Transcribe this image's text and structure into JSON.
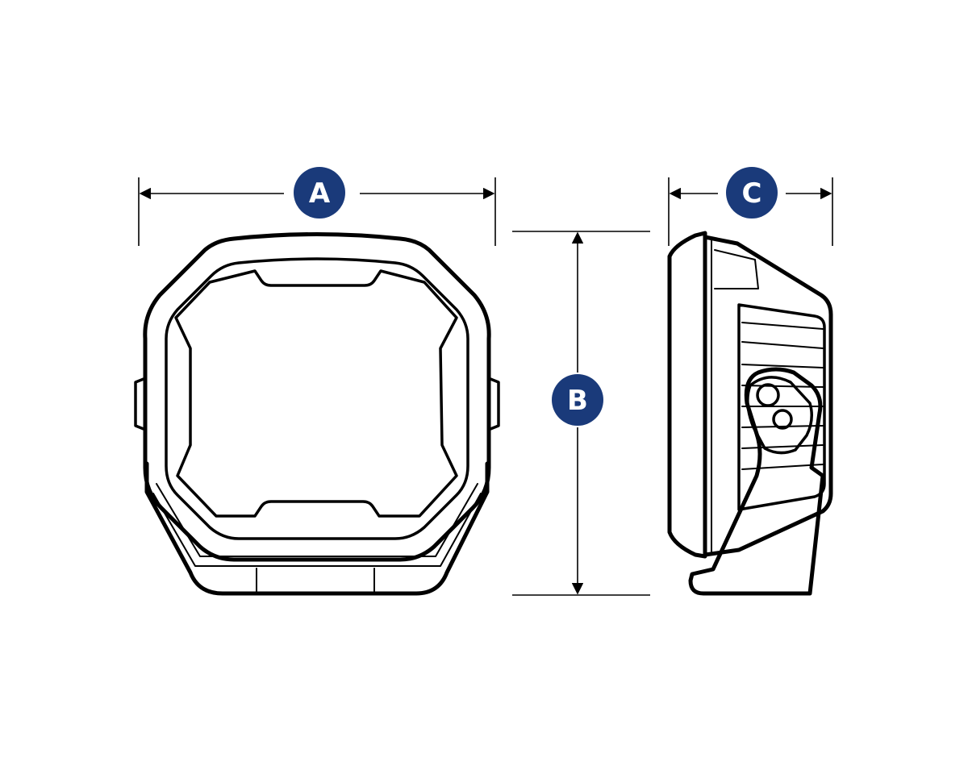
{
  "labels": {
    "width": "A",
    "height": "B",
    "depth": "C"
  },
  "colors": {
    "badge": "#1a3a7a",
    "badge_text": "#ffffff",
    "line": "#000000"
  }
}
